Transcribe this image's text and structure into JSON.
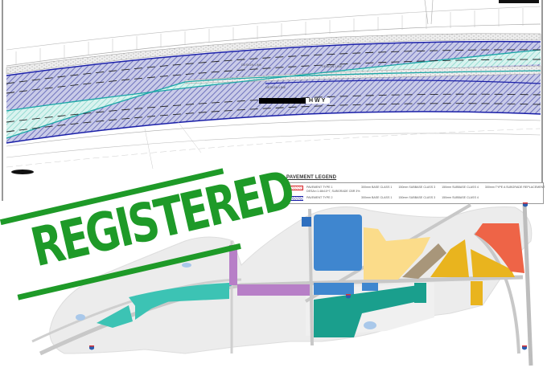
{
  "plan_drawing": {
    "road_label": "HWY",
    "design_lines": [
      "DESIGN LINE",
      "DESIGN LINE",
      "DESIGN LINE"
    ],
    "colors": {
      "pavement_type_1_hatch": "#7b7fc4",
      "pavement_type_2_hatch": "#7dd6cc",
      "edge_line_blue": "#1a1fa8",
      "edge_line_teal": "#1aa6a6"
    }
  },
  "legend": {
    "title": "PAVEMENT LEGEND",
    "rows": [
      {
        "name": "PAVEMENT TYPE 1",
        "subtext": "DESAr=1.48x10^7, SUBGRADE CBR 3%",
        "items": [
          "300mm BASE CLASS 1",
          "150mm SUBBASE CLASS 3",
          "150mm SUBBASE CLASS 4",
          "300mm TYPE A SUBGRADE REPLACEMENT"
        ],
        "swatch_color": "#d6262b"
      },
      {
        "name": "PAVEMENT TYPE 2",
        "subtext": "",
        "items": [
          "300mm BASE CLASS 1",
          "150mm SUBBASE CLASS 3",
          "150mm SUBBASE CLASS 4"
        ],
        "swatch_color": "#1a1fa8"
      }
    ]
  },
  "stamp": {
    "text": "REGISTERED",
    "color": "#1e9a28"
  },
  "zoning_map": {
    "zones": [
      {
        "name": "teal-west",
        "color": "#3cc3b4"
      },
      {
        "name": "purple",
        "color": "#b77fc7"
      },
      {
        "name": "blue",
        "color": "#3f86cf"
      },
      {
        "name": "light-yellow",
        "color": "#fbdc8a"
      },
      {
        "name": "brown",
        "color": "#a8967a"
      },
      {
        "name": "gold",
        "color": "#e9b41e"
      },
      {
        "name": "red-orange",
        "color": "#ee6447"
      },
      {
        "name": "teal-east",
        "color": "#1a9f8d"
      }
    ],
    "highway_shield": "interstate-shield-icon"
  }
}
